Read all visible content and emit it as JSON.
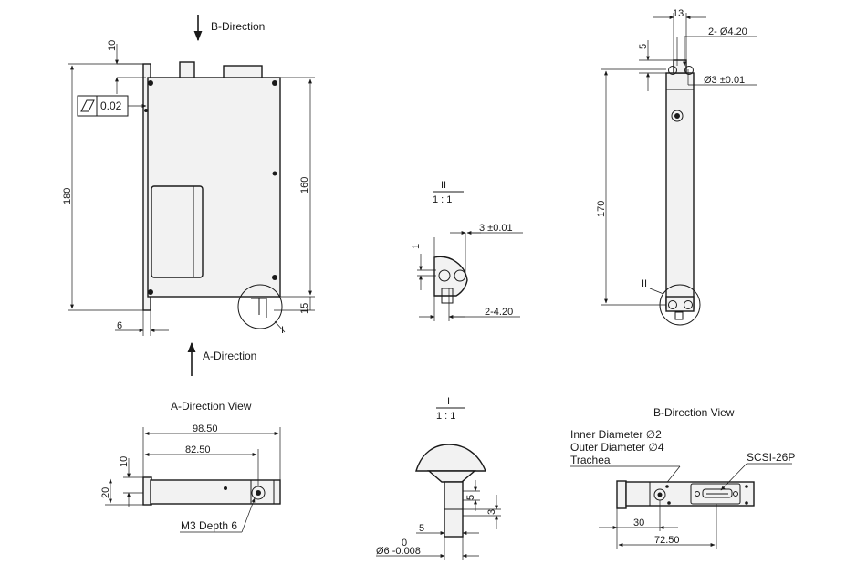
{
  "directions": {
    "b_top": "B-Direction",
    "a_bottom": "A-Direction"
  },
  "front_view": {
    "d10": "10",
    "flatness": "0.02",
    "d180": "180",
    "d160": "160",
    "d15": "15",
    "d6": "6",
    "detail_mark": "I"
  },
  "detail_ii": {
    "title": "II",
    "scale": "1 : 1",
    "d3": "3 ±0.01",
    "d1": "1",
    "d_holes": "2-4.20"
  },
  "side_view": {
    "d13": "13",
    "d5": "5",
    "holes": "2- Ø4.20",
    "d_pin": "Ø3 ±0.01",
    "d170": "170",
    "detail_mark": "II"
  },
  "a_view": {
    "title": "A-Direction   View",
    "d9850": "98.50",
    "d8250": "82.50",
    "d10": "10",
    "d20": "20",
    "thread": "M3 Depth 6"
  },
  "detail_i": {
    "title": "I",
    "scale": "1 : 1",
    "d5a": "5",
    "d3": "3",
    "d5b": "5",
    "tol_upper": "0",
    "shaft": "Ø6 -0.008"
  },
  "b_view": {
    "title": "B-Direction   View",
    "inner": "Inner Diameter ∅2",
    "outer": "Outer Diameter ∅4",
    "trachea": "Trachea",
    "connector": "SCSI-26P",
    "d30": "30",
    "d7250": "72.50"
  }
}
